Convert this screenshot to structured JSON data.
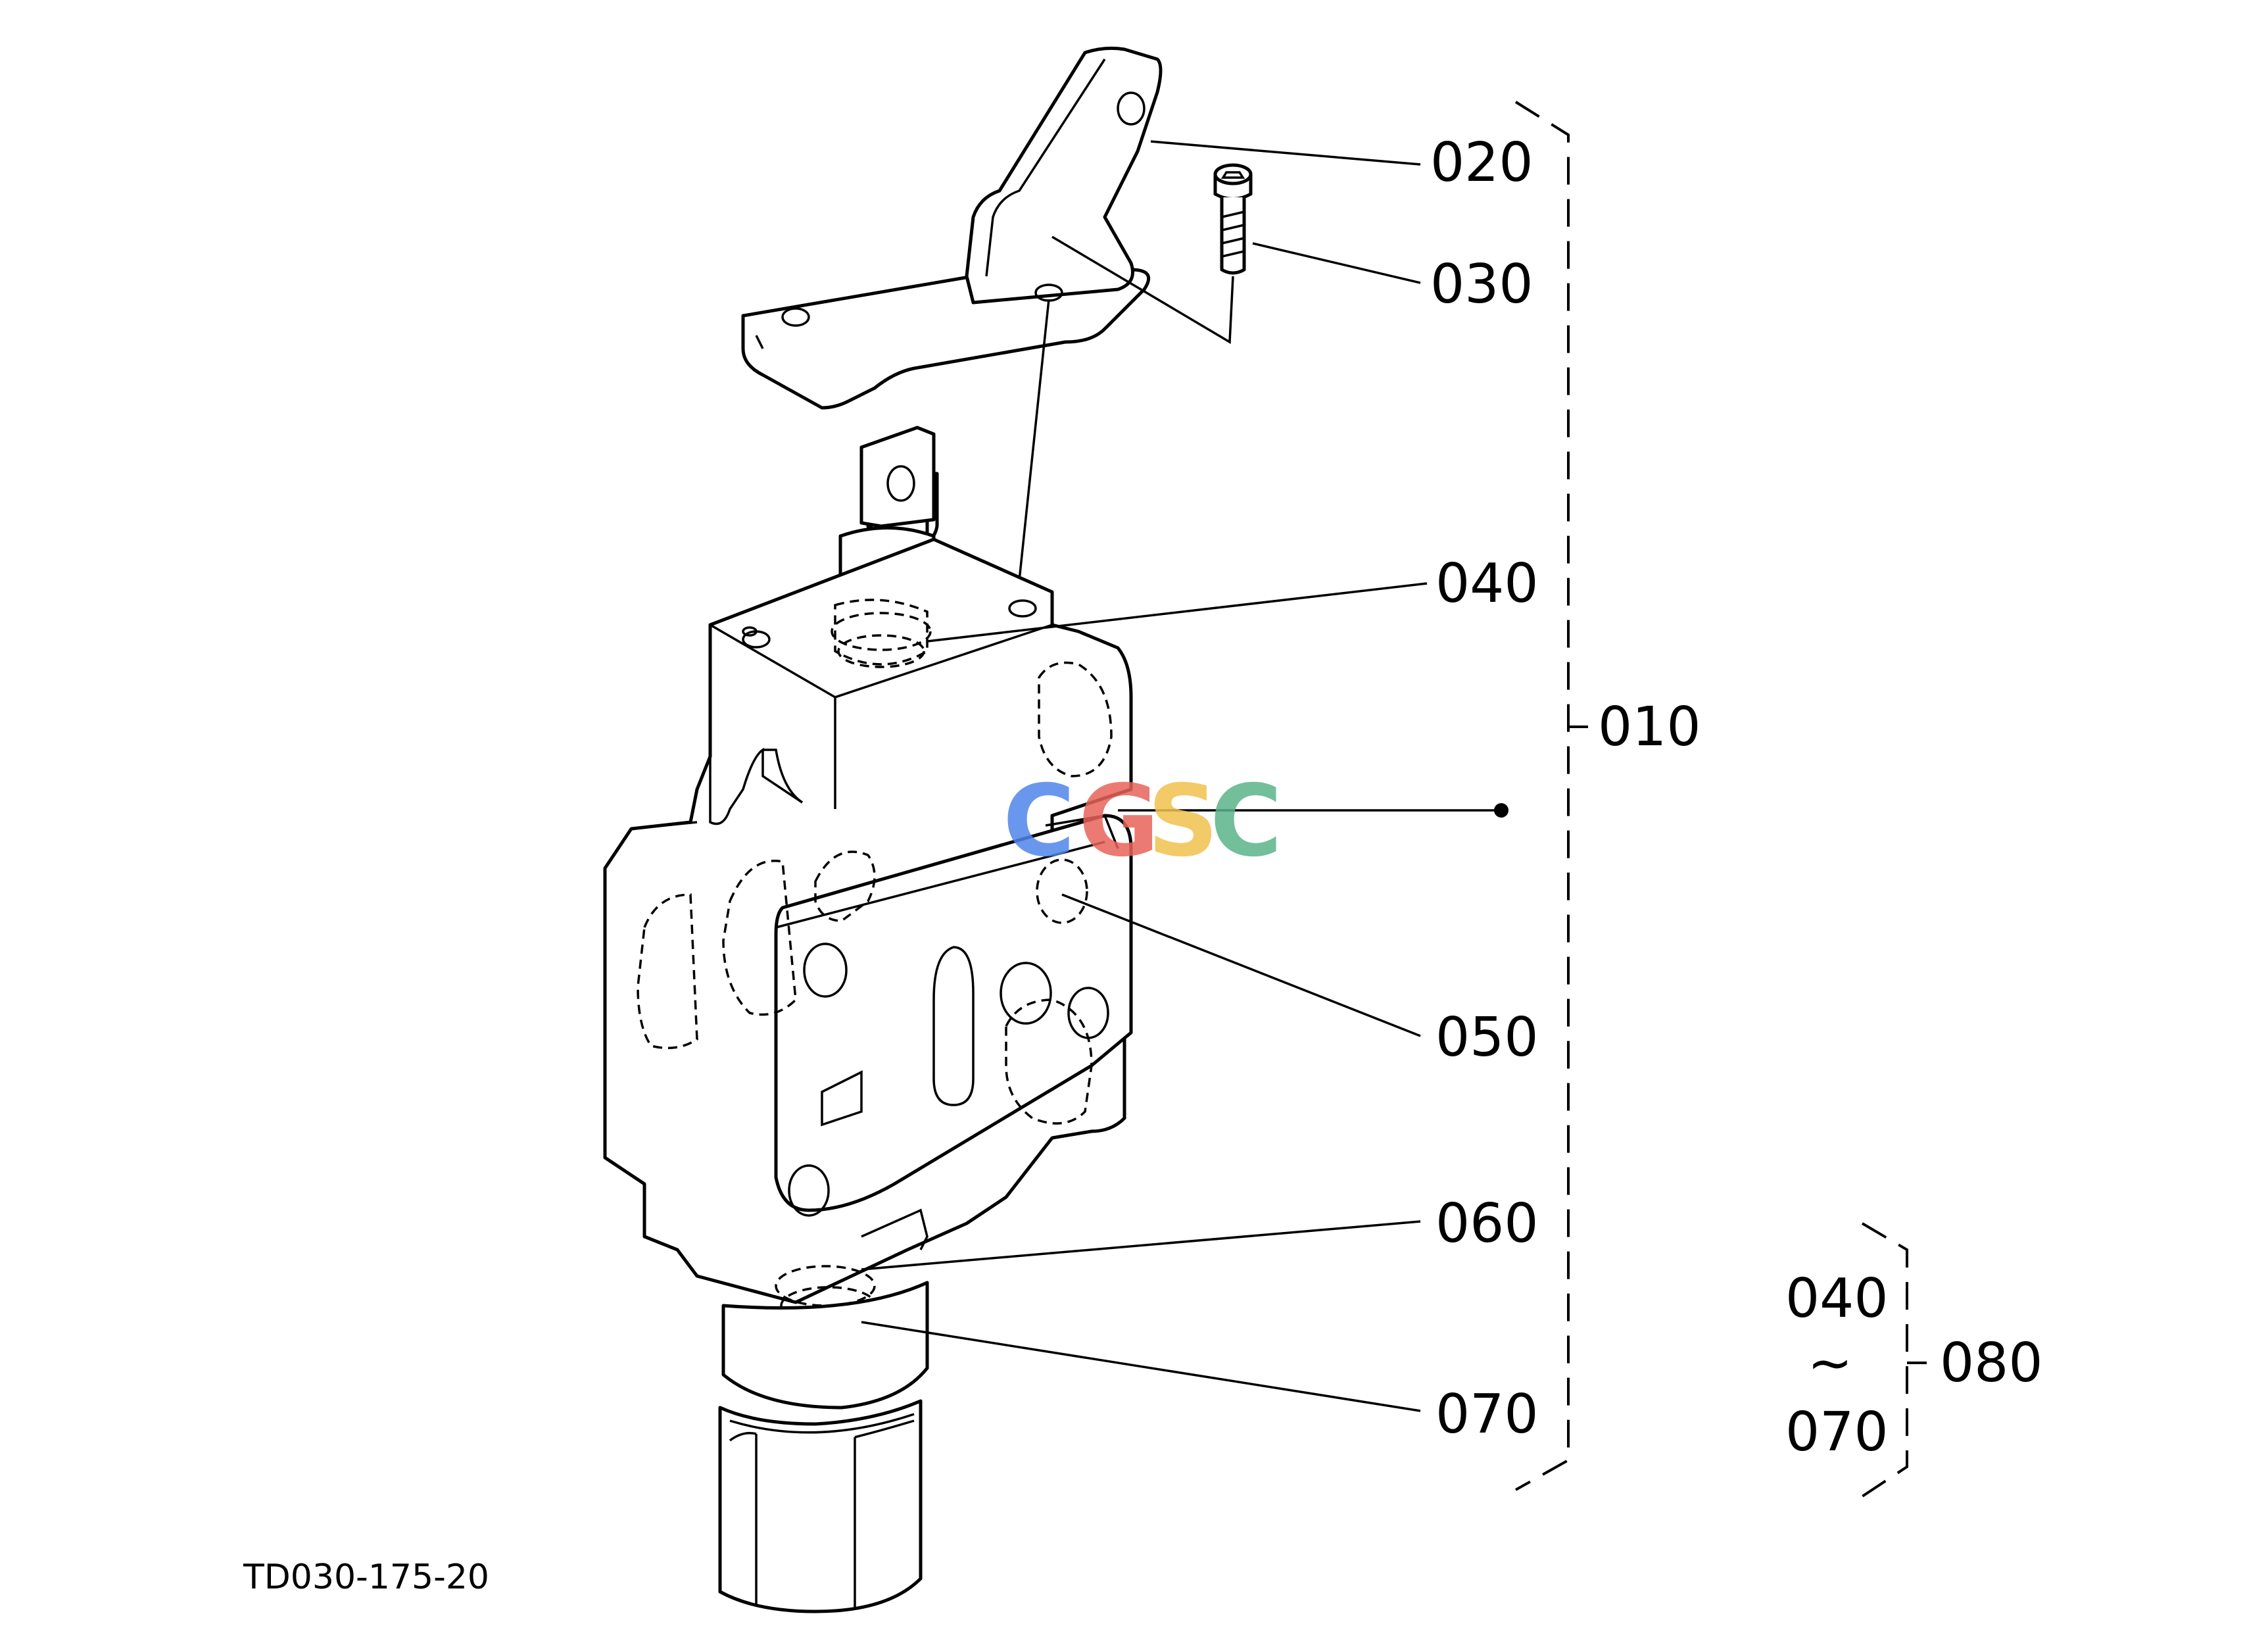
{
  "drawing_ref": "TD030-175-20",
  "watermark": [
    "C",
    "G",
    "S",
    "C"
  ],
  "watermark_colors": [
    "#4f86ec",
    "#e8645a",
    "#f2c14e",
    "#5bb38a"
  ],
  "callouts": {
    "p010": "010",
    "p020": "020",
    "p030": "030",
    "p040": "040",
    "p050": "050",
    "p060": "060",
    "p070": "070",
    "p080": "080"
  },
  "kit": {
    "from": "040",
    "sep": "~",
    "to": "070"
  }
}
